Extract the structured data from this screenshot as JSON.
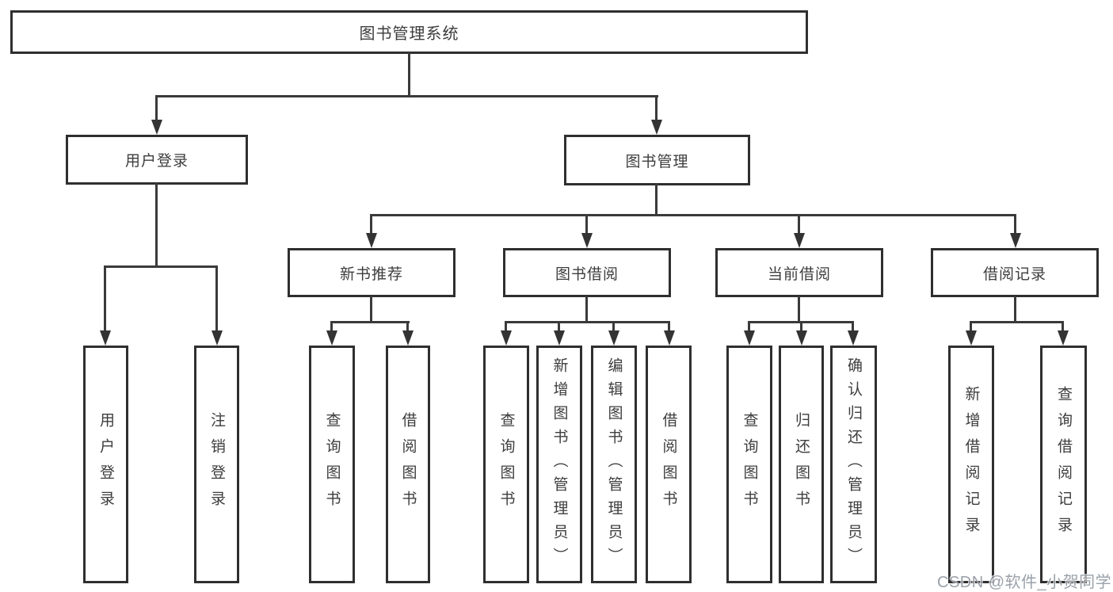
{
  "diagram": {
    "type": "hierarchy-tree",
    "colors": {
      "line": "#3a3a3a",
      "border": "#2f2f2f",
      "text": "#3d3d3d",
      "watermark_text": "#9097a1",
      "background": "#ffffff"
    }
  },
  "tree": {
    "label": "图书管理系统",
    "children": [
      {
        "label": "用户登录",
        "children": [
          {
            "label": "用户登录"
          },
          {
            "label": "注销登录"
          }
        ]
      },
      {
        "label": "图书管理",
        "children": [
          {
            "label": "新书推荐",
            "children": [
              {
                "label": "查询图书"
              },
              {
                "label": "借阅图书"
              }
            ]
          },
          {
            "label": "图书借阅",
            "children": [
              {
                "label": "查询图书"
              },
              {
                "label": "新增图书（管理员）"
              },
              {
                "label": "编辑图书（管理员）"
              },
              {
                "label": "借阅图书"
              }
            ]
          },
          {
            "label": "当前借阅",
            "children": [
              {
                "label": "查询图书"
              },
              {
                "label": "归还图书"
              },
              {
                "label": "确认归还（管理员）"
              }
            ]
          },
          {
            "label": "借阅记录",
            "children": [
              {
                "label": "新增借阅记录"
              },
              {
                "label": "查询借阅记录"
              }
            ]
          }
        ]
      }
    ]
  },
  "watermark": {
    "text": "CSDN @软件_小贺同学"
  }
}
